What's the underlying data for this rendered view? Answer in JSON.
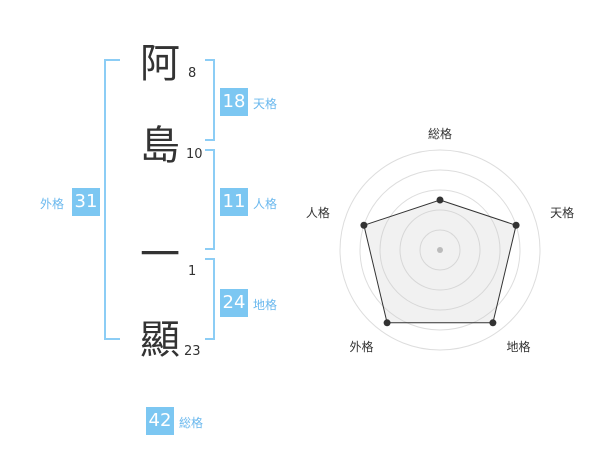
{
  "name_chars": [
    {
      "char": "阿",
      "strokes": "8"
    },
    {
      "char": "島",
      "strokes": "10"
    },
    {
      "char": "一",
      "strokes": "1"
    },
    {
      "char": "顯",
      "strokes": "23"
    }
  ],
  "fortunes": {
    "tenkaku": {
      "value": "18",
      "label": "天格"
    },
    "jinkaku": {
      "value": "11",
      "label": "人格"
    },
    "chikaku": {
      "value": "24",
      "label": "地格"
    },
    "gaikaku": {
      "value": "31",
      "label": "外格"
    },
    "soukaku": {
      "value": "42",
      "label": "総格"
    }
  },
  "colors": {
    "accent": "#7cc7f2",
    "bracket": "#8ccdf5",
    "label": "#6ab8ee"
  },
  "chart_data": {
    "type": "radar",
    "axes": [
      "総格",
      "天格",
      "地格",
      "外格",
      "人格"
    ],
    "values": [
      2.5,
      4,
      4.5,
      4.5,
      4
    ],
    "max": 5,
    "rings": 5
  }
}
